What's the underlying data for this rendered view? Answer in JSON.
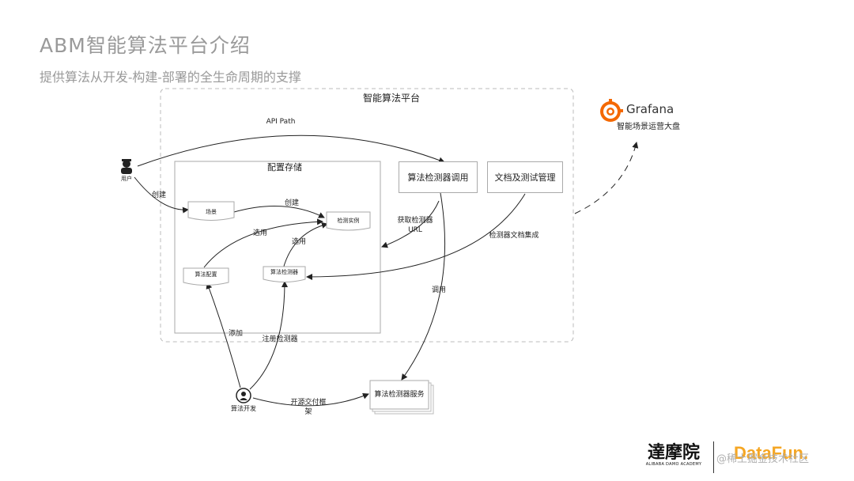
{
  "header": {
    "title": "ABM智能算法平台介绍",
    "subtitle": "提供算法从开发-构建-部署的全生命周期的支撑"
  },
  "diagram": {
    "platform_label": "智能算法平台",
    "config_storage_label": "配置存储",
    "detector_invoke_label": "算法检测器调用",
    "docs_label": "文档及测试管理",
    "scene_label": "场景",
    "detect_instance_label": "检测实例",
    "algo_config_label": "算法配置",
    "algo_detector_label": "算法检测器",
    "detector_service_label": "算法检测器服务",
    "user_label": "用户",
    "dev_label": "算法开发",
    "grafana_name": "Grafana",
    "grafana_caption": "智能场景运营大盘",
    "edges": {
      "api_path": "API Path",
      "create_1": "创建",
      "create_2": "创建",
      "select_1": "选用",
      "select_2": "选用",
      "get_url": "获取检测器URL",
      "docs_integration": "检测器文档集成",
      "invoke": "调用",
      "add": "添加",
      "register": "注册检测器",
      "framework": "开源交付框架"
    }
  },
  "footer": {
    "damo_logo": "達摩院",
    "damo_sub": "ALIBABA DAMO ACADEMY",
    "datafun_logo": "DataFun.",
    "watermark": "@稀土掘金技术社区"
  },
  "colors": {
    "text_gray": "#9a9a9a",
    "grafana_orange": "#f46800",
    "datafun_orange": "#f5a623"
  }
}
